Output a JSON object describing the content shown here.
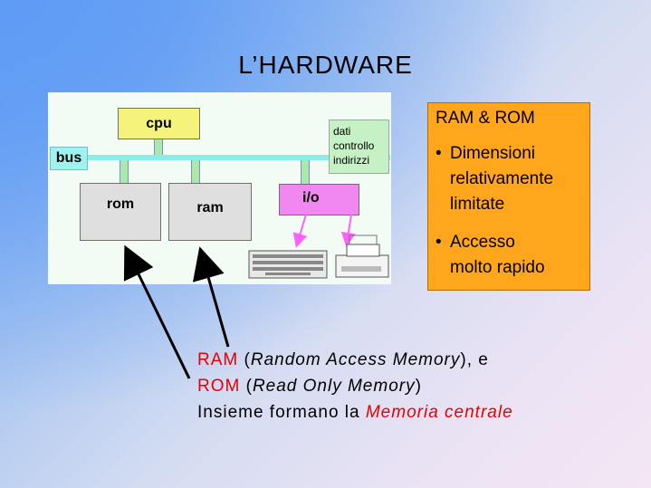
{
  "slide": {
    "title": "L’HARDWARE"
  },
  "diagram": {
    "cpu": "cpu",
    "bus": "bus",
    "rom": "rom",
    "ram": "ram",
    "io": "i/o",
    "signals": [
      "dati",
      "controllo",
      "indirizzi"
    ]
  },
  "info_box": {
    "heading": "RAM & ROM",
    "bullets": [
      "Dimensioni\nrelativamente\nlimitate",
      "Accesso\nmolto rapido"
    ]
  },
  "caption": {
    "line1": {
      "acronym": "RAM",
      "open": " (",
      "expansion": "Random Access Memory",
      "close": "), e"
    },
    "line2": {
      "acronym": "ROM",
      "open": " (",
      "expansion": "Read Only Memory",
      "close": ")"
    },
    "line3": {
      "lead": "Insieme formano la ",
      "term": "Memoria centrale"
    }
  },
  "colors": {
    "accent_red": "#e60000",
    "orange_box": "#ffa61c",
    "cpu_yellow": "#f6f37a",
    "io_magenta": "#f188f1"
  }
}
